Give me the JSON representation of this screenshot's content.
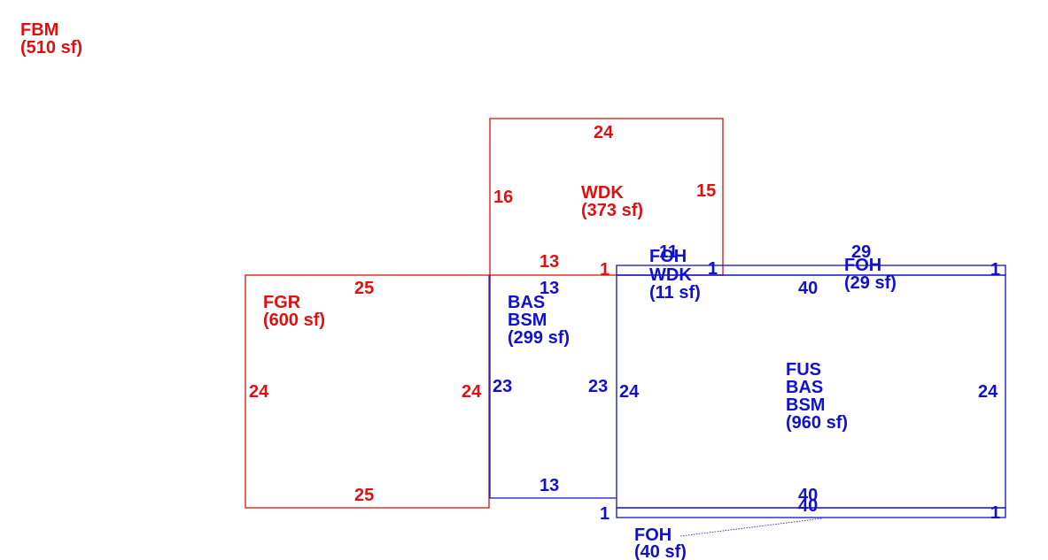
{
  "colors": {
    "red": "#e01010",
    "blue": "#1010d0"
  },
  "areas": {
    "fbm": {
      "code": "FBM",
      "area": "(510 sf)"
    },
    "wdk": {
      "code": "WDK",
      "area": "(373 sf)"
    },
    "fgr": {
      "code": "FGR",
      "area": "(600 sf)"
    },
    "bas_bsm": {
      "code1": "BAS",
      "code2": "BSM",
      "area": "(299 sf)"
    },
    "foh_wdk": {
      "code1": "FOH",
      "code2": "WDK",
      "area": "(11 sf)"
    },
    "foh_top": {
      "code": "FOH",
      "area": "(29 sf)"
    },
    "fus": {
      "code1": "FUS",
      "code2": "BAS",
      "code3": "BSM",
      "area": "(960 sf)"
    },
    "foh_bottom": {
      "code": "FOH",
      "area": "(40 sf)"
    }
  },
  "dims": {
    "wdk_top": "24",
    "wdk_left": "16",
    "wdk_right": "15",
    "wdk_bottom": "13",
    "wdk_step": "1",
    "fgr_top": "25",
    "fgr_bottom": "25",
    "fgr_left": "24",
    "fgr_right": "24",
    "bas_top": "13",
    "bas_bottom": "13",
    "bas_left": "23",
    "bas_right": "23",
    "fohwdk_top": "11",
    "fohwdk_right": "1",
    "fohtop_top": "29",
    "fohtop_right": "1",
    "fus_top": "40",
    "fus_left": "24",
    "fus_right": "24",
    "fohbot_top": "40",
    "fohbot_bottom": "40",
    "fohbot_left": "1",
    "fohbot_right": "1"
  }
}
